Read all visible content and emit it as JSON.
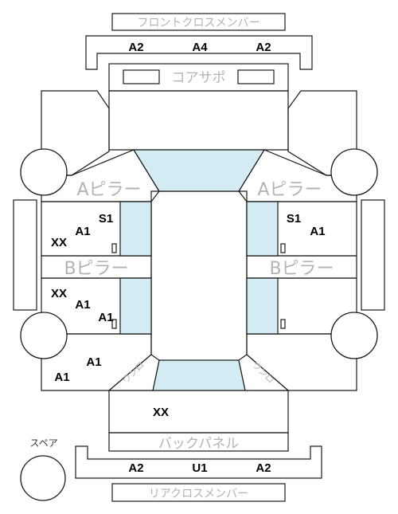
{
  "labels": {
    "front_cross_member": "フロントクロスメンバー",
    "core_support": "コアサポ",
    "a_pillar": "Aピラー",
    "b_pillar": "Bピラー",
    "back_panel": "バックパネル",
    "rear_cross_member": "リアクロスメンバー",
    "spare": "スペア",
    "unro": "ウンロ"
  },
  "codes": {
    "front_left": "A2",
    "front_center": "A4",
    "front_right": "A2",
    "rear_left": "A2",
    "rear_center": "U1",
    "rear_right": "A2",
    "left_upper_s": "S1",
    "left_upper_a": "A1",
    "left_upper_x": "XX",
    "left_lower_x": "XX",
    "left_lower_a": "A1",
    "left_lower_a2": "A1",
    "left_quarter_a": "A1",
    "left_bottom_a": "A1",
    "right_upper_s": "S1",
    "right_upper_a": "A1",
    "trunk": "XX"
  },
  "colors": {
    "glass": "#d3ecf3",
    "line": "#1a1a1a",
    "faded_text": "#b3b3b3"
  }
}
